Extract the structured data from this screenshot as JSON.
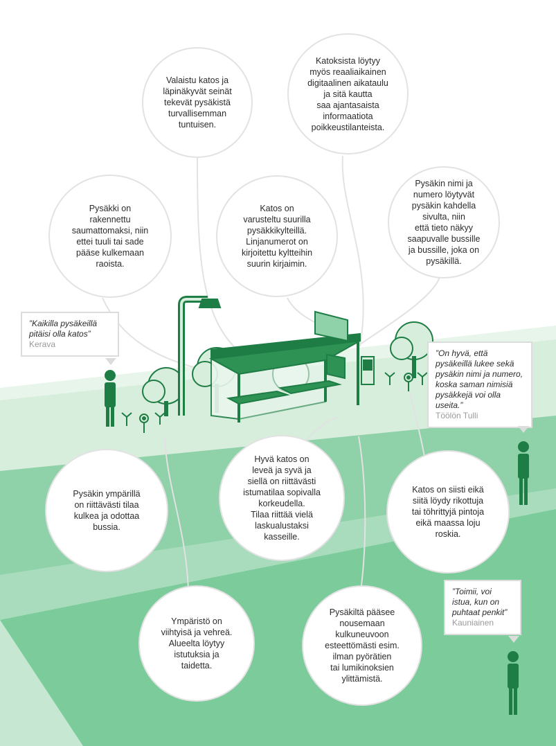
{
  "colors": {
    "dark_green": "#1e7d45",
    "mid_green": "#7ccb9b",
    "light_green": "#a9dcbc",
    "pale_green": "#d8eedd",
    "line_grey": "#e2e2e2"
  },
  "bubbles": {
    "lit_shelter": "Valaistu katos ja\nläpinäkyvät seinät\ntekevät pysäkistä\nturvallisemman\ntuntuisen.",
    "realtime": "Katoksista löytyy\nmyös reaaliaikainen\ndigitaalinen aikataulu\nja sitä kautta\nsaa ajantasaista\ninformaatiota\npoikkeustilanteista.",
    "seamless": "Pysäkki on\nrakennettu\nsaumattomaksi, niin\nettei tuuli tai sade\npääse kulkemaan\nraoista.",
    "signs": "Katos on\nvarusteltu suurilla\npysäkkikylteillä.\nLinjanumerot on\nkirjoitettu kyltteihin\nsuurin kirjaimin.",
    "stop_name": "Pysäkin nimi ja\nnumero löytyvät\npysäkin kahdella\nsivulta, niin\nettä tieto näkyy\nsaapuvalle bussille\nja bussille, joka on\npysäkillä.",
    "space": "Pysäkin ympärillä\non riittävästi tilaa\nkulkea ja odottaa\nbussia.",
    "seating": "Hyvä katos on\nleveä ja syvä ja\nsiellä on riittävästi\nistumatilaa sopivalla\nkorkeudella.\nTilaa riittää vielä\nlaskualustaksi\nkasseille.",
    "clean": "Katos on siisti eikä\nsiitä löydy rikottuja\ntai töhrittyjä pintoja\neikä maassa loju\nroskia.",
    "environment": "Ympäristö on\nviihtyisä ja vehreä.\nAlueelta löytyy\nistutuksia ja\ntaidetta.",
    "access": "Pysäkiltä pääsee\nnousemaan\nkulkuneuvoon\nesteettömästi esim.\nilman pyörätien\ntai lumikinoksien\nylittämistä."
  },
  "quotes": {
    "kerava": {
      "text": "”Kaikilla pysäkeillä\npitäisi olla katos”",
      "source": "Kerava"
    },
    "toolo": {
      "text": "”On hyvä, että\npysäkeillä lukee sekä\npysäkin nimi ja numero,\nkoska saman nimisiä\npysäkkejä voi olla\nuseita.”",
      "source": "Töölön Tulli"
    },
    "kauniainen": {
      "text": "”Toimii, voi\nistua, kun on\npuhtaat penkit”",
      "source": "Kauniainen"
    }
  }
}
